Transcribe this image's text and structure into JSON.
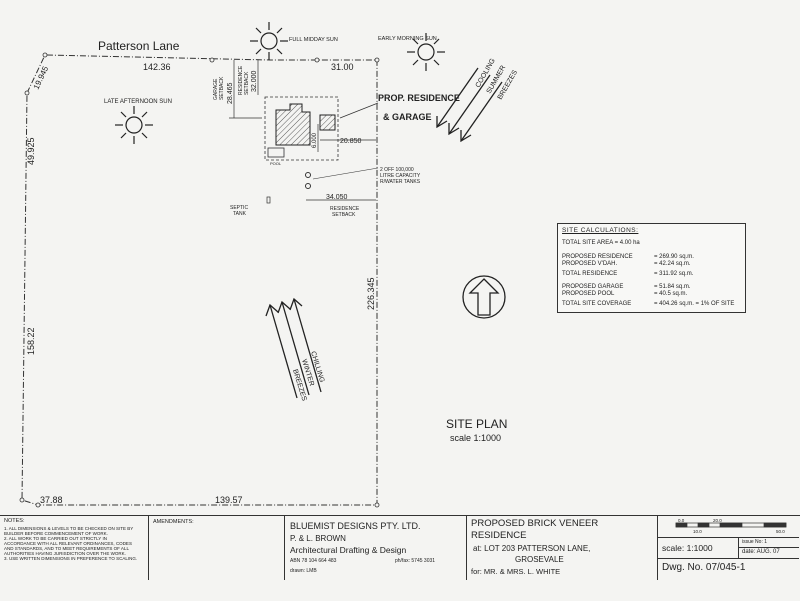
{
  "plan": {
    "road_name": "Patterson Lane",
    "dims": {
      "top_left": "142.36",
      "top_right": "31.00",
      "left_top_corner": "19.945",
      "left_upper": "49.925",
      "left_lower": "158.22",
      "bottom_left": "37.88",
      "bottom_right": "139.57",
      "right_side": "226.345",
      "garage_setback": "28.465",
      "residence_setback_top": "32.000",
      "house_depth": "6.000",
      "house_offset": "20.850",
      "residence_setback_right": "34.050"
    },
    "sun_labels": {
      "midday": "FULL MIDDAY SUN",
      "morning": "EARLY MORNING SUN",
      "afternoon": "LATE AFTERNOON SUN"
    },
    "labels": {
      "prop_residence": "PROP. RESIDENCE",
      "garage": "& GARAGE",
      "pool": "POOL",
      "water_tanks_1": "2 OFF 100,000",
      "water_tanks_2": "LITRE CAPACITY",
      "water_tanks_3": "R/WATER TANKS",
      "septic_1": "SEPTIC",
      "septic_2": "TANK",
      "residence_setback_1": "RESIDENCE",
      "residence_setback_2": "SETBACK",
      "garage_setback_1": "GARAGE",
      "garage_setback_2": "SETBACK",
      "residence_setback_v1": "RESIDENCE",
      "residence_setback_v2": "SETBACK",
      "cooling_1": "COOLING",
      "cooling_2": "SUMMER",
      "cooling_3": "BREEZES",
      "chilling_1": "CHILLING",
      "chilling_2": "WINTER",
      "chilling_3": "BREEZES",
      "site_plan": "SITE PLAN",
      "scale": "scale 1:1000"
    }
  },
  "calculations": {
    "title": "SITE CALCULATIONS:",
    "rows": [
      {
        "label": "TOTAL SITE AREA = 4.00 ha",
        "value": ""
      },
      {
        "label": "PROPOSED RESIDENCE",
        "value": "= 269.90 sq.m."
      },
      {
        "label": "PROPOSED V'DAH.",
        "value": "= 42.24 sq.m."
      },
      {
        "label": "TOTAL RESIDENCE",
        "value": "= 311.92 sq.m."
      },
      {
        "label": "PROPOSED GARAGE",
        "value": "= 51.84 sq.m."
      },
      {
        "label": "PROPOSED POOL",
        "value": "= 40.5 sq.m."
      },
      {
        "label": "TOTAL SITE COVERAGE",
        "value": "= 404.26 sq.m. = 1% OF SITE"
      }
    ]
  },
  "title_block": {
    "notes_title": "NOTES:",
    "notes": [
      "1. ALL DIMENSIONS & LEVELS TO BE CHECKED ON SITE BY",
      "BUILDER BEFORE COMMENCEMENT OF WORK.",
      "2. ALL WORK TO BE CARRIED OUT STRICTLY IN",
      "ACCORDANCE WITH ALL RELEVANT ORDINANCES, CODES",
      "AND STANDARDS, AND TO MEET REQUIREMENTS OF ALL",
      "AUTHORITIES HAVING JURISDICTION OVER THE WORK.",
      "3. USE WRITTEN DIMENSIONS IN PREFERENCE TO SCALING."
    ],
    "amendments": "AMENDMENTS:",
    "company": "BLUEMIST DESIGNS PTY. LTD.",
    "principals": "P. & L. BROWN",
    "service": "Architectural Drafting & Design",
    "abn": "ABN 78 104 664 483",
    "phone": "ph/fax: 5745 3031",
    "drawn": "drawn: LMB",
    "project_1": "PROPOSED BRICK VENEER",
    "project_2": "RESIDENCE",
    "address_1": "at: LOT 203 PATTERSON LANE,",
    "address_2": "GROSEVALE",
    "client": "for: MR. & MRS. L. WHITE",
    "scale": "scale: 1:1000",
    "issue": "issue No: 1",
    "date": "date: AUG. 07",
    "dwg": "Dwg. No. 07/045-1",
    "scalebar_labels": [
      "0.0",
      "20.0",
      "10.0",
      "50.0"
    ]
  }
}
